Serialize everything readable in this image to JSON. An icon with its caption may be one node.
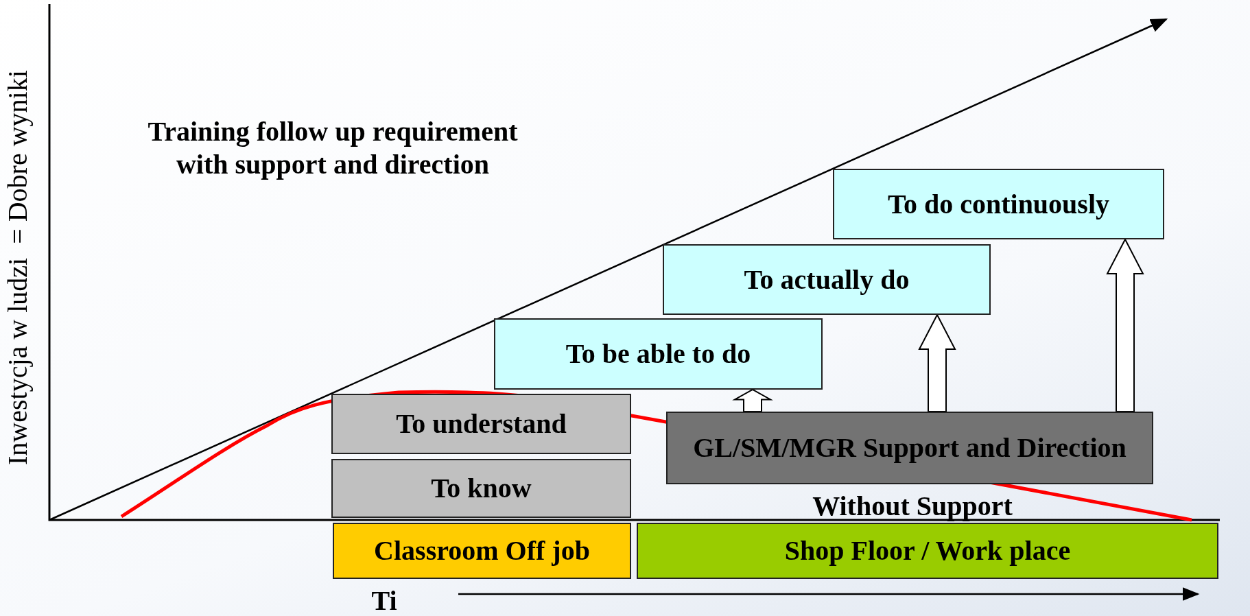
{
  "diagram": {
    "nodes": [
      {
        "text": [
          "To do continuously"
        ]
      },
      {
        "text": [
          "To actually do"
        ]
      },
      {
        "text": [
          "To be able to do"
        ]
      },
      {
        "text": [
          "To understand"
        ]
      },
      {
        "text": [
          "GL/SM/MGR Support and Direction"
        ]
      },
      {
        "text": [
          "To know"
        ]
      },
      {
        "text": [
          "Classroom Off job"
        ]
      },
      {
        "text": [
          "Shop Floor / Work place"
        ]
      }
    ],
    "edges": [
      {
        "from": 4,
        "to": 2,
        "arrow": "to"
      },
      {
        "from": 4,
        "to": 1,
        "arrow": "to"
      },
      {
        "from": 4,
        "to": 0,
        "arrow": "to"
      }
    ],
    "labels": [
      "Inwestycja w ludzi  = Dobre wyniki",
      "Training follow up requirement with support and direction",
      "Without Support",
      "Ti"
    ]
  }
}
